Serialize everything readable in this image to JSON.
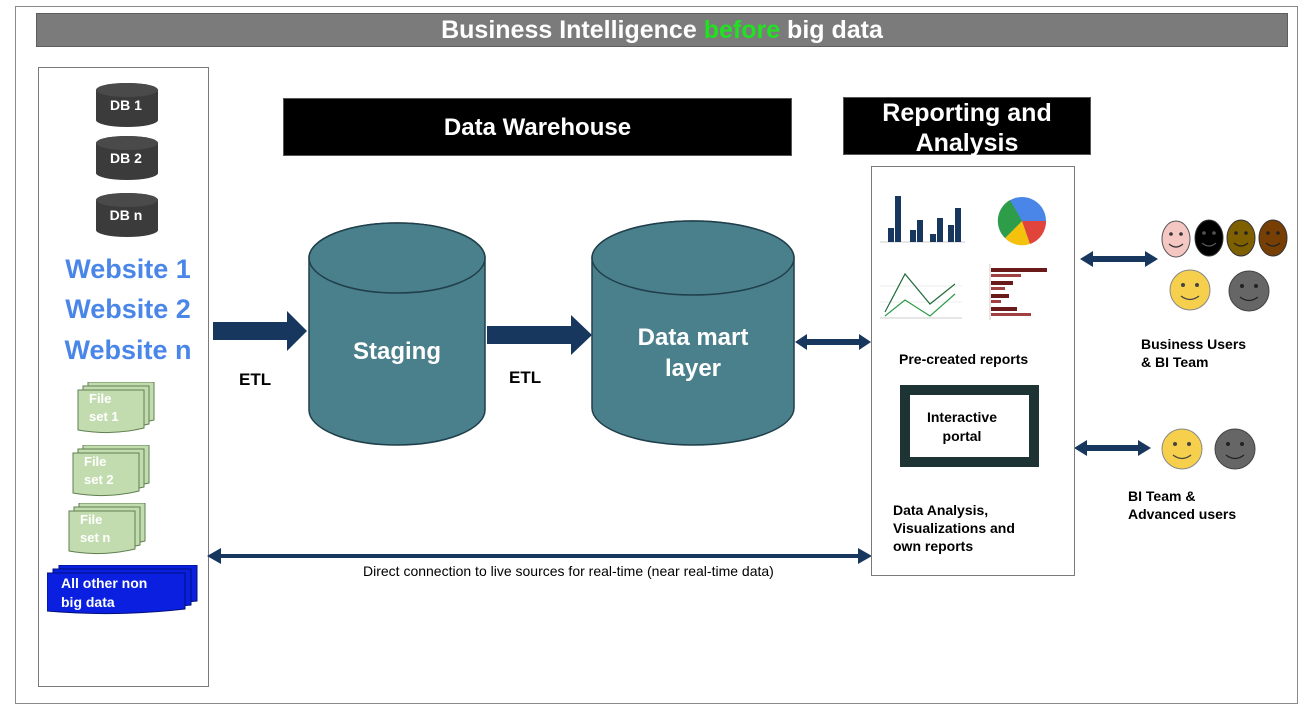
{
  "title": {
    "prefix": "Business Intelligence",
    "highlight": "before",
    "suffix": "big data",
    "highlight_color": "#22e022"
  },
  "sources": {
    "databases": [
      "DB 1",
      "DB 2",
      "DB n"
    ],
    "websites": [
      "Website 1",
      "Website 2",
      "Website n"
    ],
    "file_sets": [
      {
        "line1": "File",
        "line2": "set 1"
      },
      {
        "line1": "File",
        "line2": "set 2"
      },
      {
        "line1": "File",
        "line2": "set n"
      }
    ],
    "all_other": {
      "line1": "All other non",
      "line2": "big data"
    }
  },
  "warehouse": {
    "title": "Data Warehouse",
    "staging": "Staging",
    "data_mart_line1": "Data mart",
    "data_mart_line2": "layer",
    "etl_1": "ETL",
    "etl_2": "ETL"
  },
  "reporting": {
    "title_line1": "Reporting and",
    "title_line2": "Analysis",
    "precreated": "Pre-created reports",
    "portal_line1": "Interactive",
    "portal_line2": "portal",
    "analysis_line1": "Data Analysis,",
    "analysis_line2": "Visualizations and",
    "analysis_line3": "own reports"
  },
  "users": {
    "business_line1": "Business Users",
    "business_line2": "& BI Team",
    "advanced_line1": "BI Team &",
    "advanced_line2": "Advanced users"
  },
  "direct_connection": "Direct connection to live sources for real-time (near real-time data)",
  "colors": {
    "cylinder": "#4a7f8c",
    "arrow": "#17375e",
    "db": "#3b3b3b",
    "file": "#c2dcb0",
    "all_other": "#0a1fe0",
    "website": "#4a86e8"
  }
}
